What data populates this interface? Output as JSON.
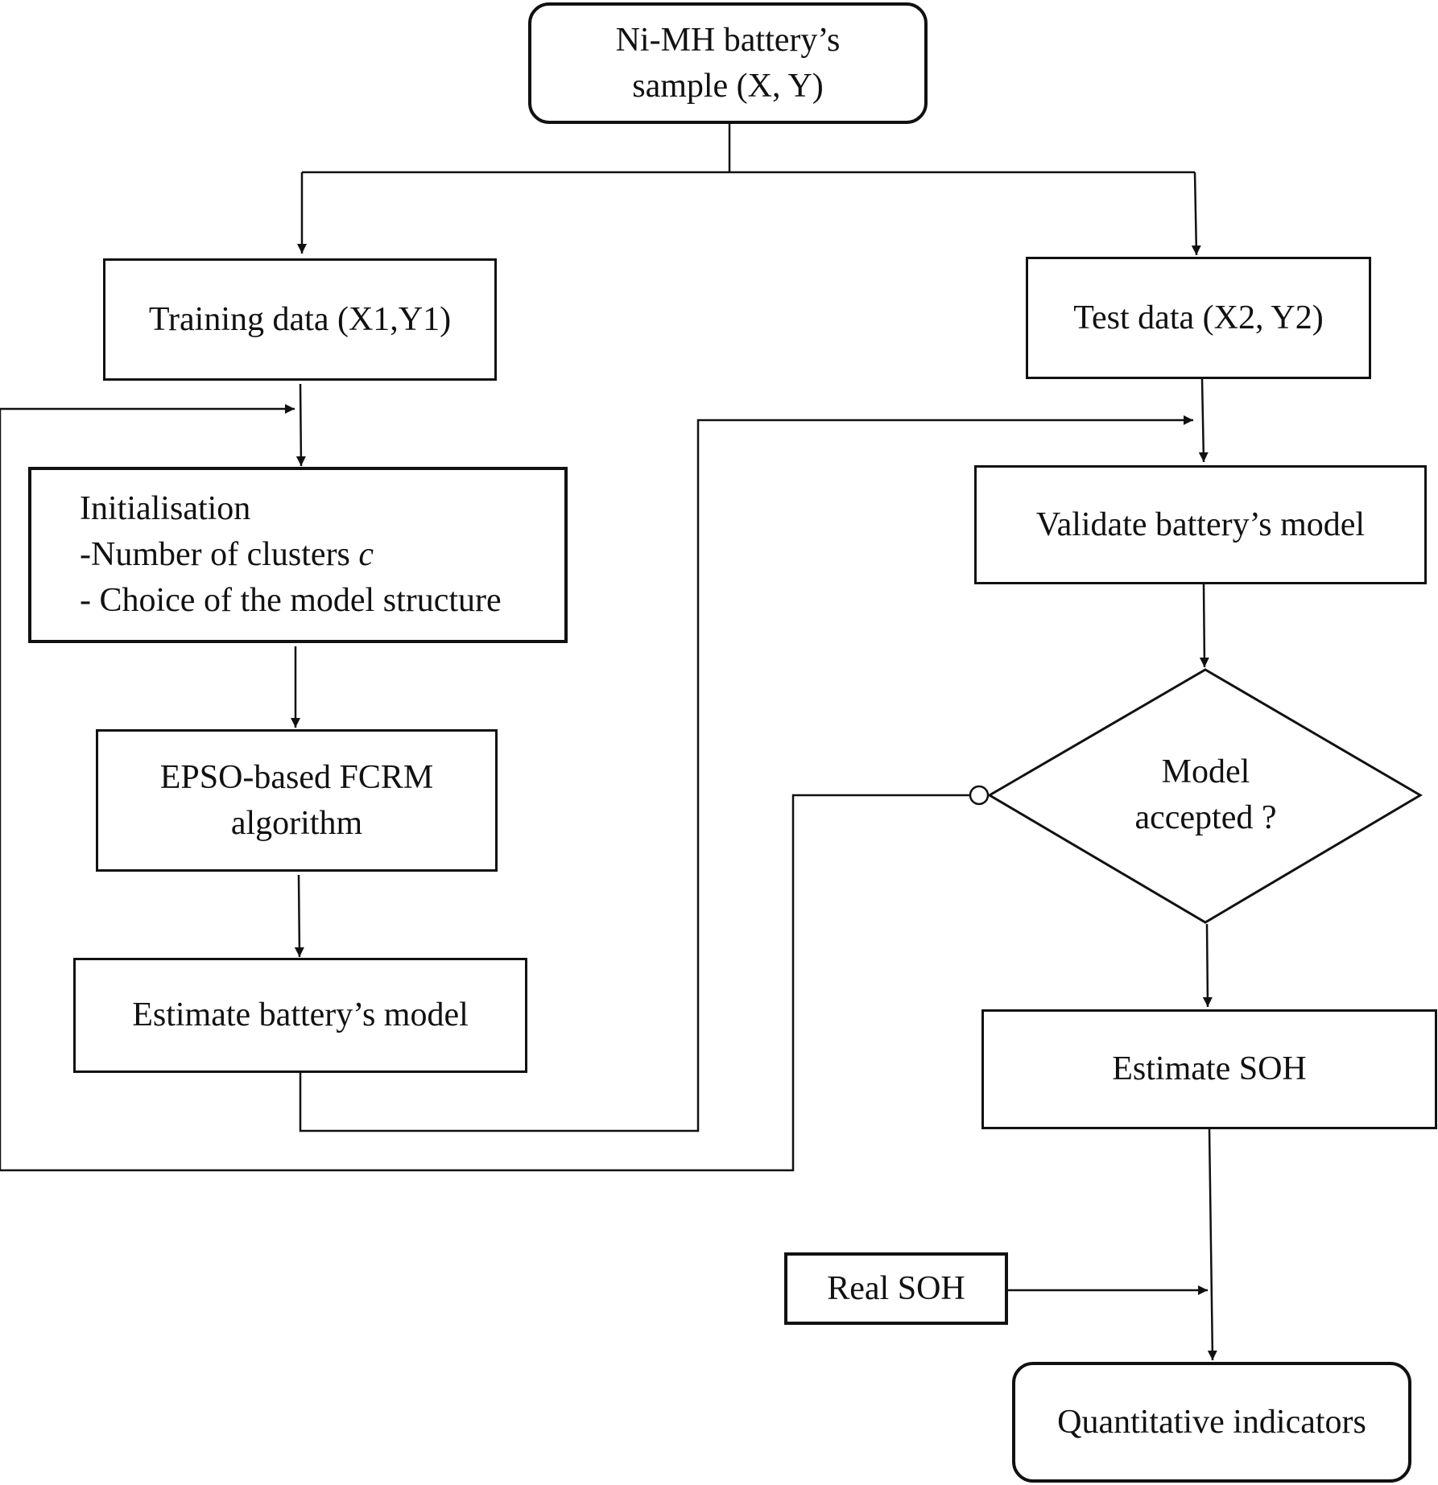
{
  "nodes": {
    "sample": {
      "line1": "Ni-MH battery’s",
      "line2": "sample (X, Y)"
    },
    "training": {
      "label": "Training data (X1,Y1)"
    },
    "test": {
      "label": "Test data (X2, Y2)"
    },
    "init": {
      "line1": "Initialisation",
      "line2_prefix": "-Number of clusters ",
      "line2_var": "c",
      "line3": "- Choice of the model structure"
    },
    "epso": {
      "line1": "EPSO-based FCRM",
      "line2": "algorithm"
    },
    "estimate_model": {
      "label": "Estimate battery’s model"
    },
    "validate": {
      "label": "Validate battery’s model"
    },
    "decision": {
      "line1": "Model",
      "line2": "accepted ?"
    },
    "estimate_soh": {
      "label": "Estimate SOH"
    },
    "real_soh": {
      "label": "Real SOH"
    },
    "indicators": {
      "label": "Quantitative indicators"
    }
  }
}
